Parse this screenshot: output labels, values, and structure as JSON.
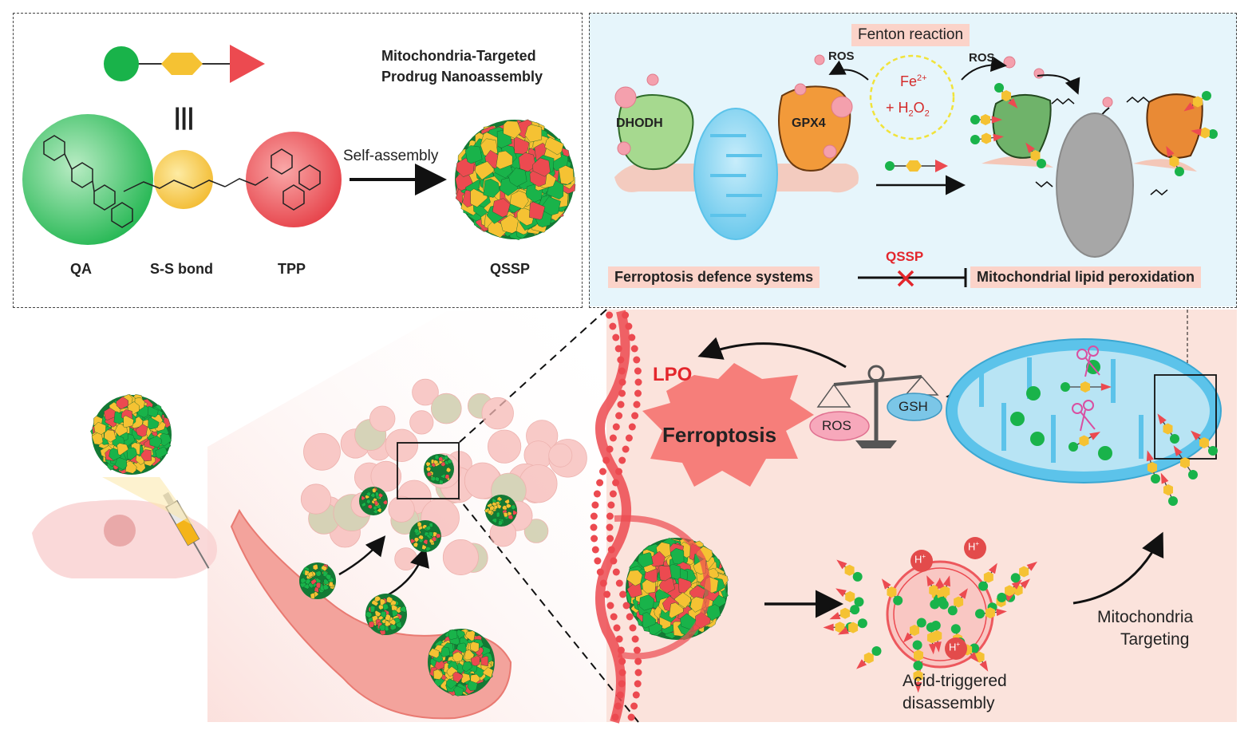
{
  "panel_a": {
    "title_line1": "Mitochondria-Targeted",
    "title_line2": "Prodrug Nanoassembly",
    "identity_symbol": "|||",
    "arrow_label": "Self-assembly",
    "labels": [
      "QA",
      "S-S bond",
      "TPP",
      "QSSP"
    ]
  },
  "panel_b": {
    "fenton": "Fenton reaction",
    "fe": "Fe",
    "fe_sup": "2+",
    "h2o2_prefix": "+ H",
    "h2o2_sub": "2",
    "h2o2_mid": "O",
    "h2o2_sub2": "2",
    "ros1": "ROS",
    "ros2": "ROS",
    "enzyme1": "DHODH",
    "enzyme2": "GPX4",
    "defence": "Ferroptosis defence systems",
    "inhibitor": "QSSP",
    "lipid": "Mitochondrial lipid peroxidation"
  },
  "panel_c": {
    "lpo": "LPO",
    "ferroptosis": "Ferroptosis",
    "ros": "ROS",
    "gsh": "GSH",
    "proton": "H",
    "proton_sup": "+",
    "acid_line1": "Acid-triggered",
    "acid_line2": "disassembly",
    "mito_line1": "Mitochondria",
    "mito_line2": "Targeting"
  },
  "colors": {
    "qa_green": "#19b34a",
    "linker_yellow": "#f5c233",
    "tpp_red": "#ec4a50",
    "panel_b_bg": "#e6f5fb",
    "panel_c_bg": "#fbe3dc",
    "label_red": "#e3262c"
  }
}
